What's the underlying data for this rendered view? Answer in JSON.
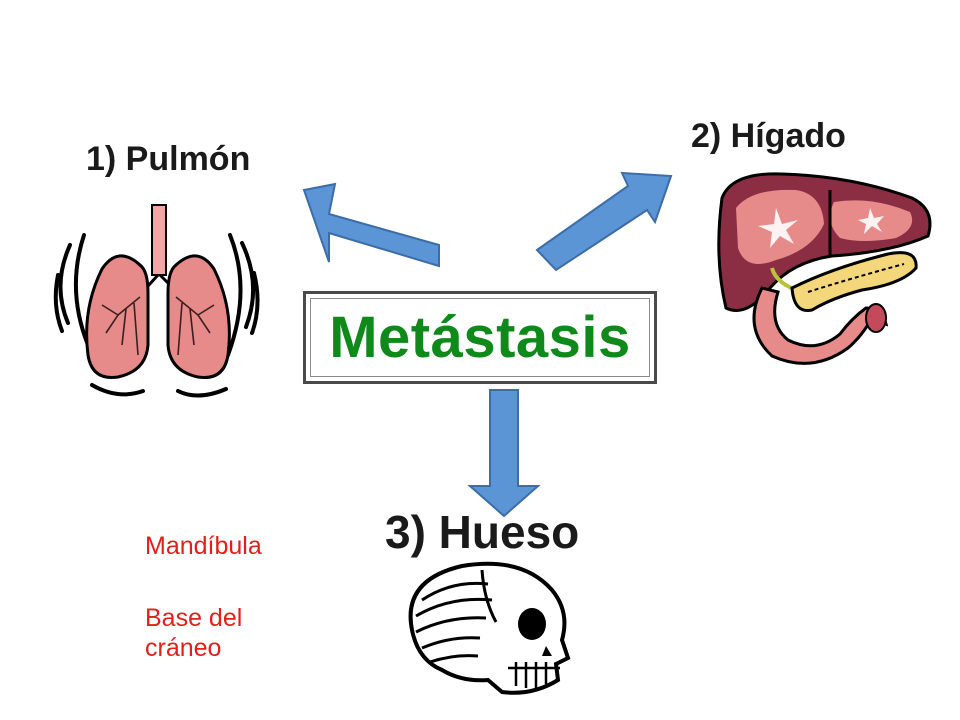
{
  "center": {
    "title": "Metástasis"
  },
  "targets": {
    "lung": {
      "label": "1) Pulmón"
    },
    "liver": {
      "label": "2) Hígado"
    },
    "bone": {
      "label": "3) Hueso"
    }
  },
  "bone_notes": {
    "line1": "Mandíbula",
    "line2": "Base del cráneo"
  },
  "colors": {
    "title_green": "#0f8a1a",
    "arrow_blue": "#5b95d6",
    "note_red": "#e0201b",
    "organ_pink": "#e68a8a",
    "liver_dark": "#8b2e44"
  },
  "icons": [
    "lungs-icon",
    "liver-pancreas-icon",
    "skull-icon"
  ]
}
